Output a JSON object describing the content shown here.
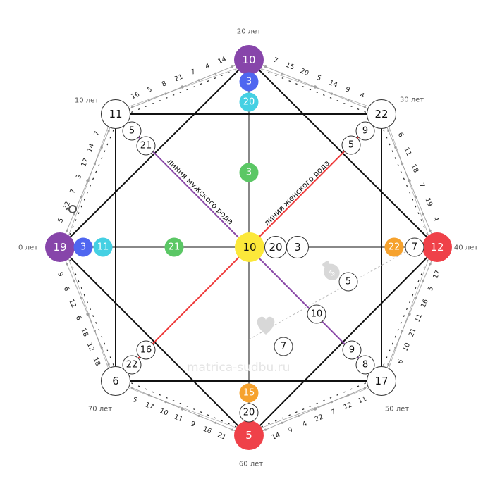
{
  "colors": {
    "purple": "#8745aa",
    "blue": "#4f66f0",
    "cyan": "#45d0e3",
    "green": "#5bc765",
    "yellow": "#fce83a",
    "red": "#ef4149",
    "orange": "#f6a22e",
    "line_red": "#ee3a3a",
    "line_purple": "#8b4aa8"
  },
  "watermark": "matrica-sudbu.ru",
  "labels": {
    "male_line": "линия мужского рода",
    "female_line": "линия женского рода"
  },
  "ages": {
    "a0": "0 лет",
    "a10": "10 лет",
    "a20": "20 лет",
    "a30": "30 лет",
    "a40": "40 лет",
    "a50": "50 лет",
    "a60": "60 лет",
    "a70": "70 лет"
  },
  "nodes": {
    "top_main": "10",
    "top_2": "3",
    "top_3": "20",
    "left_main": "19",
    "left_2": "3",
    "left_3": "11",
    "right_main": "12",
    "right_2": "7",
    "right_3": "22",
    "bottom_main": "5",
    "bottom_2": "20",
    "bottom_3": "15",
    "tl_main": "11",
    "tl_2": "5",
    "tl_3": "21",
    "tr_main": "22",
    "tr_2": "9",
    "tr_3": "5",
    "bl_main": "6",
    "bl_2": "22",
    "bl_3": "16",
    "br_main": "17",
    "br_2": "8",
    "br_3": "9",
    "center": "10",
    "center_2": "20",
    "center_3": "3",
    "green_top": "3",
    "green_left": "21",
    "money_1": "5",
    "money_2": "10",
    "love_1": "7"
  },
  "outer_numbers": {
    "s_top_left": [
      "14",
      "4",
      "7",
      "21",
      "8",
      "5",
      "16"
    ],
    "s_top_right": [
      "7",
      "15",
      "20",
      "5",
      "14",
      "9",
      "4"
    ],
    "s_right_top": [
      "6",
      "11",
      "18",
      "7",
      "19",
      "4"
    ],
    "s_right_bottom": [
      "17",
      "5",
      "16",
      "11",
      "21",
      "10",
      "6"
    ],
    "s_bottom_right": [
      "11",
      "12",
      "7",
      "22",
      "4",
      "9",
      "14"
    ],
    "s_bottom_left": [
      "21",
      "16",
      "9",
      "11",
      "10",
      "17",
      "5"
    ],
    "s_left_bottom": [
      "18",
      "12",
      "18",
      "6",
      "12",
      "6",
      "9"
    ],
    "s_left_top": [
      "5",
      "22",
      "7",
      "3",
      "17",
      "14",
      "7"
    ]
  }
}
